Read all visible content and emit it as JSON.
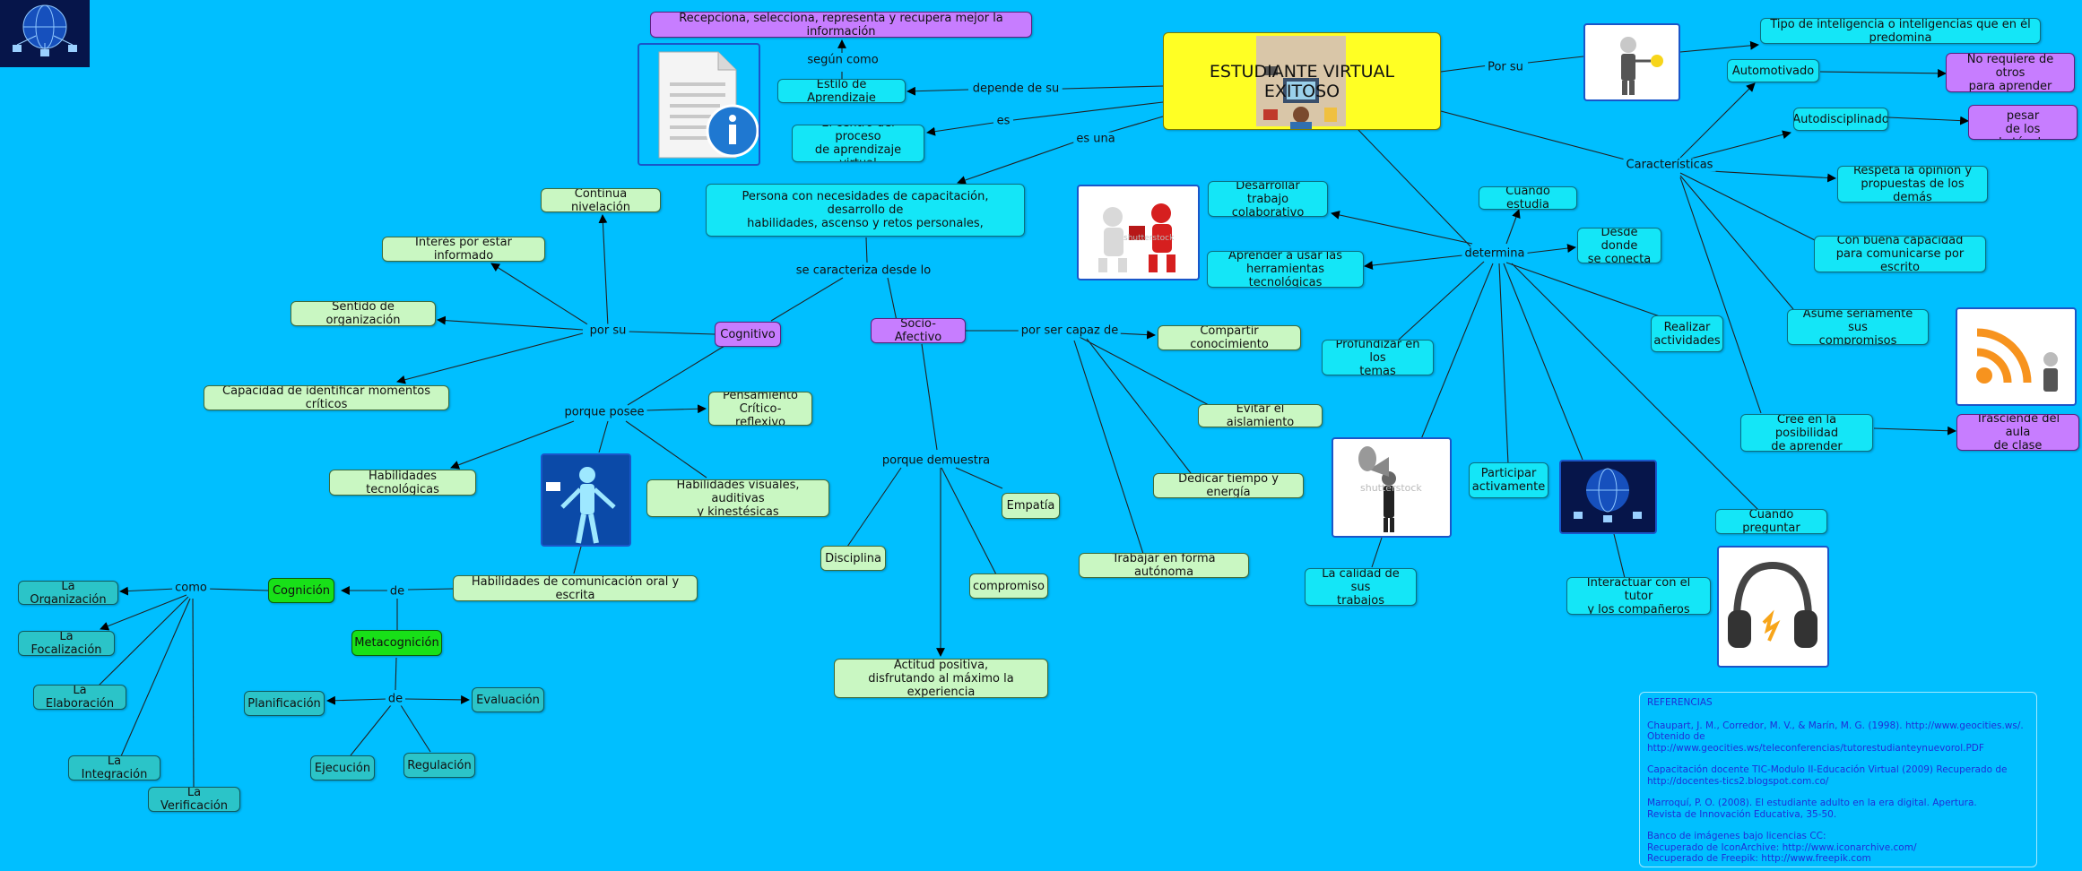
{
  "title": "ESTUDIANTE VIRTUAL EXITOSO",
  "colors": {
    "background": "#00bfff",
    "cyan_node": "#14e6f7",
    "green_node": "#c9f7c2",
    "purple_node": "#c77dff",
    "teal_node": "#2bc4c8",
    "lime_node": "#18e018",
    "root_node": "#ffff24",
    "references_text": "#1f2fd6"
  },
  "nodes": {
    "recepciona": "Recepciona, selecciona, representa y recupera mejor la información",
    "estilo": "Estilo de Aprendizaje",
    "centro": "El centro del proceso\nde aprendizaje virtual",
    "persona": "Persona con necesidades de capacitación, desarrollo de\nhabilidades, ascenso y  retos personales,",
    "continua_nivelacion": "Continua nivelación",
    "interes": "Interés por estar informado",
    "sentido": "Sentido de organización",
    "capacidad_identificar": "Capacidad de identificar momentos críticos",
    "cognitivo": "Cognitivo",
    "socio": "Socio- Afectivo",
    "pensamiento": "Pensamiento\nCrítico- reflexivo",
    "hab_tecnologicas": "Habilidades tecnológicas",
    "hab_visuales": "Habilidades visuales, auditivas\ny kinestésicas",
    "hab_comunicacion": "Habilidades de comunicación oral y escrita",
    "cognicion": "Cognición",
    "metacognicion": "Metacognición",
    "organizacion": "La Organización",
    "focalizacion": "La Focalización",
    "elaboracion": "La Elaboración",
    "integracion": "La Integración",
    "verificacion": "La Verificación",
    "planificacion": "Planificación",
    "evaluacion": "Evaluación",
    "ejecucion": "Ejecución",
    "regulacion": "Regulación",
    "compartir": "Compartir conocimiento",
    "evitar": "Evitar el aislamiento",
    "dedicar": "Dedicar tiempo y energía",
    "trabajar": "Trabajar en forma autónoma",
    "empatia": "Empatía",
    "disciplina": "Disciplina",
    "compromiso": "compromiso",
    "actitud": "Actitud positiva,\ndisfrutando al máximo la experiencia",
    "desarrollar": "Desarrollar trabajo\ncolaborativo",
    "aprender_usar": "Aprender a usar las\nherramientas tecnológicas",
    "cuando_estudia": "Cuando estudia",
    "desde_donde": "Desde donde\nse conecta",
    "profundizar": "Profundizar en los\ntemas",
    "realizar": "Realizar\nactividades",
    "participar": "Participar\nactivamente",
    "calidad": "La calidad de sus\ntrabajos",
    "interactuar": "Interactuar con el tutor\ny los compañeros",
    "cuando_preguntar": "Cuando preguntar",
    "tipo_inteligencia": "Tipo de inteligencia o inteligencias que en él predomina",
    "automotivado": "Automotivado",
    "no_requiere": "No requiere de otros\npara aprender",
    "autodisciplinado": "Autodisciplinado",
    "continua_pesar": "Continua a pesar\nde los obstáculos",
    "respeta": "Respeta la opinión y\npropuestas de los demás",
    "buena_capacidad": "Con buena capacidad\npara comunicarse por escrito",
    "asume": "Asume seriamente sus\ncompromisos",
    "cree": "Cree en la posibilidad\nde aprender",
    "trasciende": "Trasciende del aula\nde clase"
  },
  "phrases": {
    "segun_como": "según como",
    "depende_de_su": "depende de su",
    "es": "es",
    "es_una": "es una",
    "por_su_top": "Por su",
    "caracteristicas": "Características",
    "determina": "determina",
    "se_caracteriza": "se caracteriza desde lo",
    "por_su": "por su",
    "porque_posee": "porque posee",
    "por_ser_capaz": "por ser capaz de",
    "porque_demuestra": "porque demuestra",
    "de_comunicacion": "de",
    "como": "como",
    "de_meta": "de"
  },
  "image_labels": {
    "shutterstock": "shutterstock"
  },
  "references": {
    "heading": "REFERENCIAS",
    "entries": [
      "Chaupart, J. M., Corredor, M. V., & Marín, M. G. (1998). http://www.geocities.ws/.\nObtenido de http://www.geocities.ws/teleconferencias/tutorestudianteynuevorol.PDF",
      "Capacitación docente TIC-Modulo II-Educación Virtual (2009) Recuperado de\n http://docentes-tics2.blogspot.com.co/",
      "Marroquí, P. O. (2008). El estudiante adulto en la era digital. Apertura.\nRevista de Innovación Educativa, 35-50.",
      "Banco de imágenes bajo licencias CC:\nRecuperado de IconArchive: http://www.iconarchive.com/\nRecuperado de Freepik:  http://www.freepik.com"
    ]
  }
}
